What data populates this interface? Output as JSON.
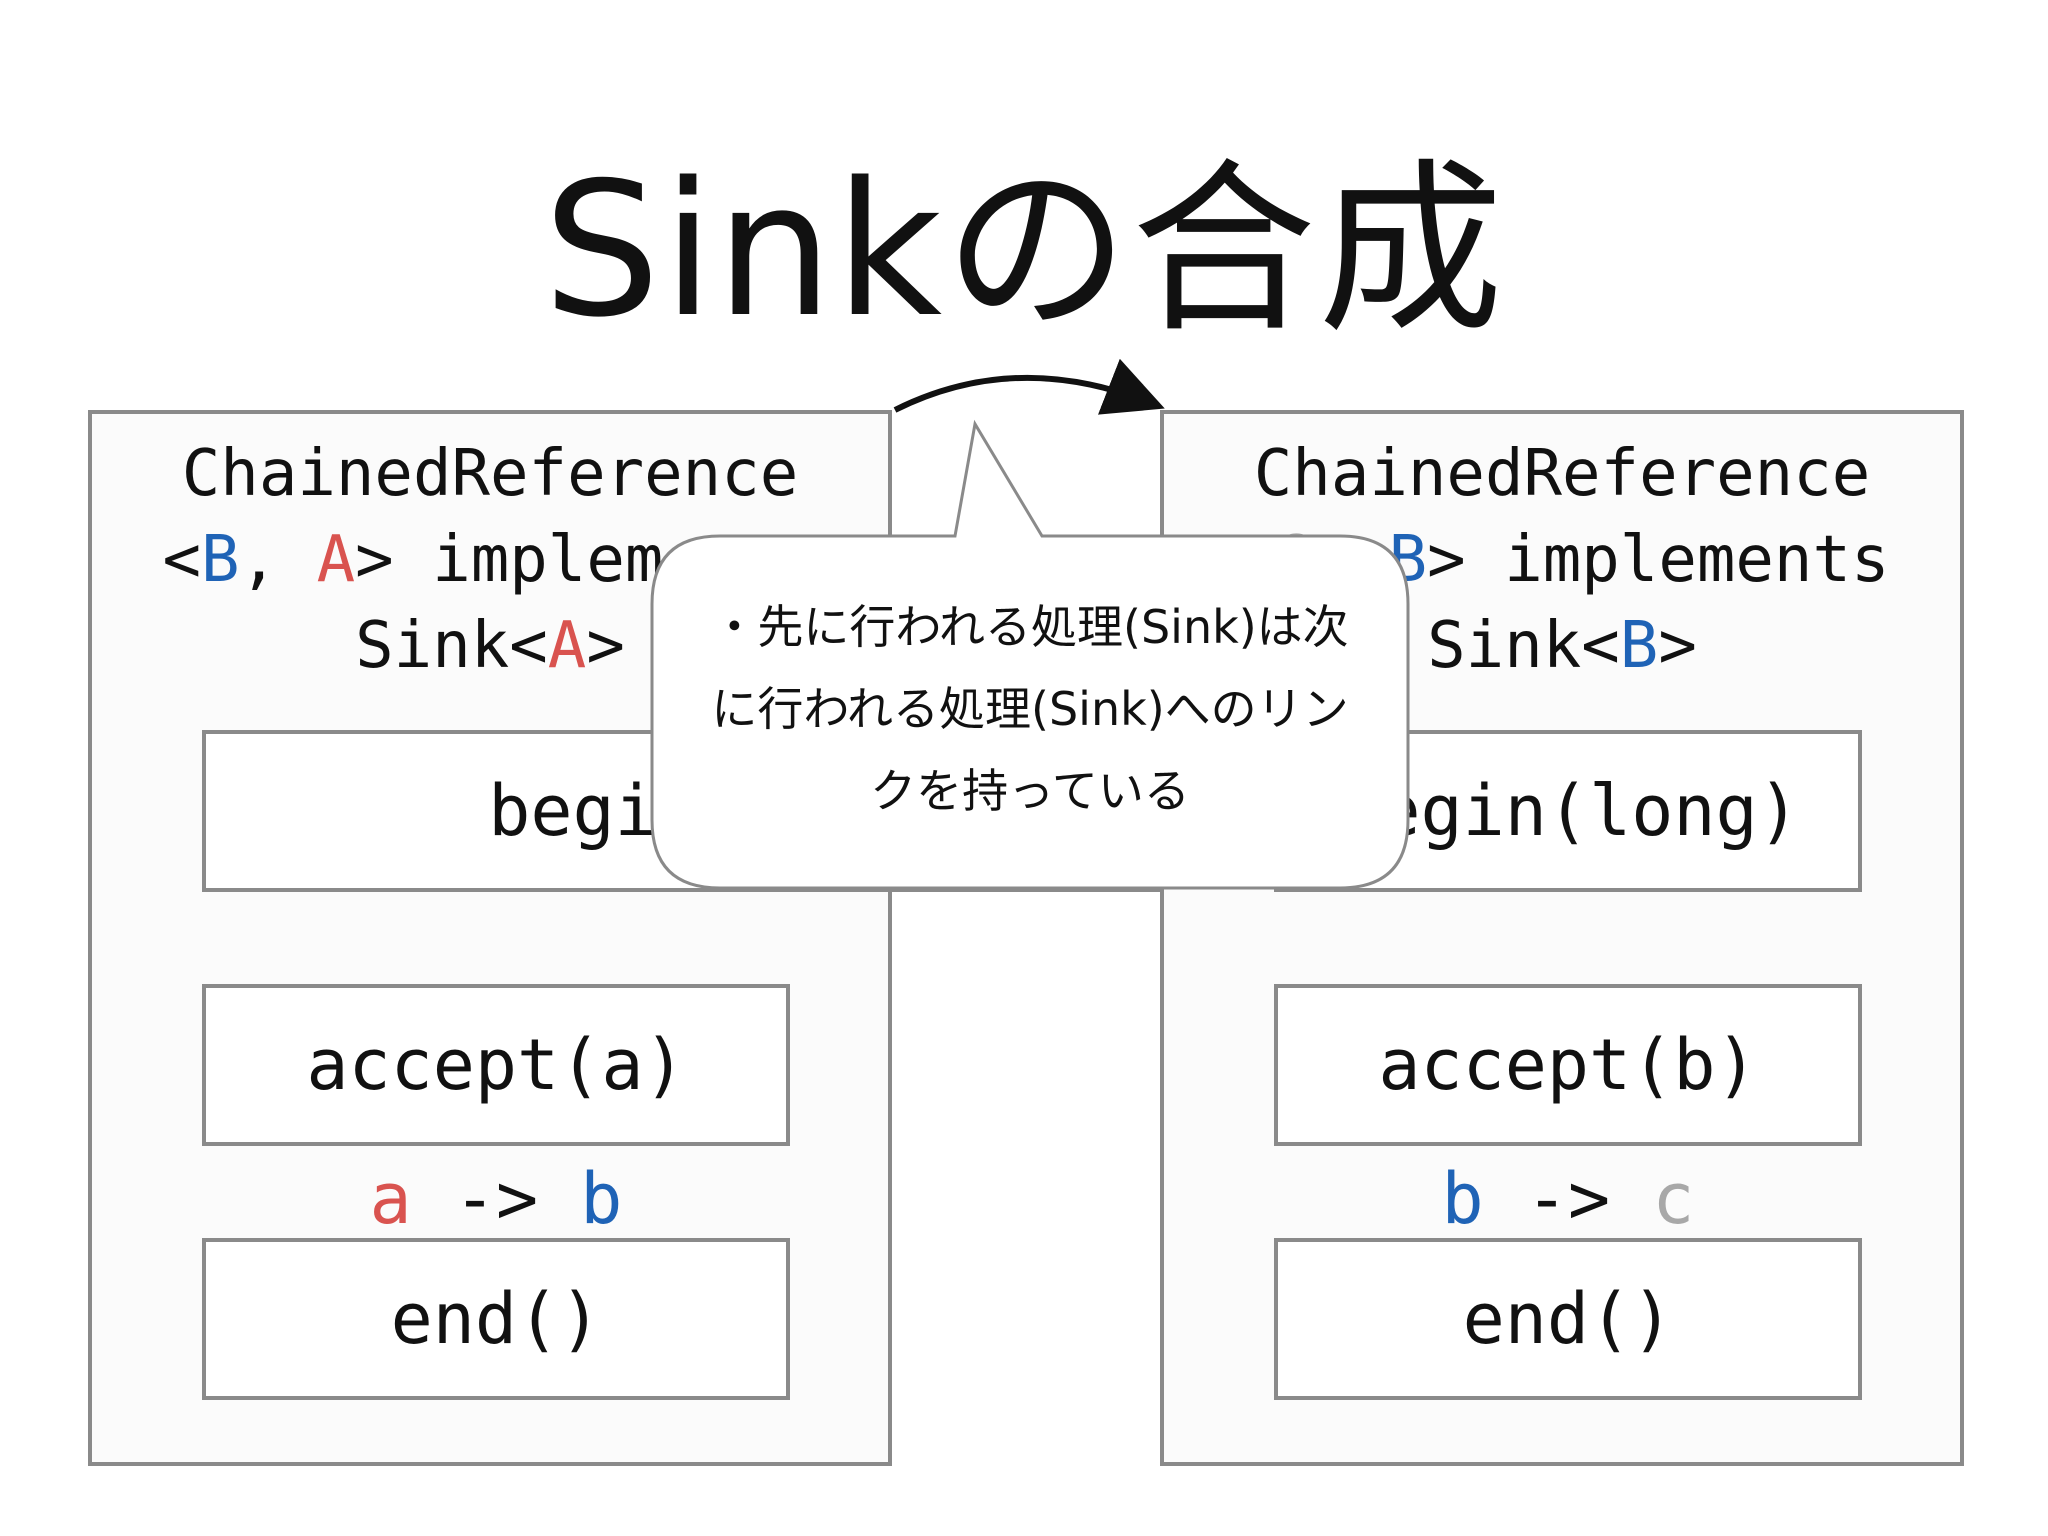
{
  "title": "Sinkの合成",
  "left_box": {
    "header_line1": "ChainedReference",
    "header_line2": {
      "open": "<",
      "t1": "B",
      "sep": ", ",
      "t2": "A",
      "rest": "> implements"
    },
    "header_line3": {
      "prefix": "Sink<",
      "t": "A",
      "suffix": ">"
    },
    "methods": [
      "begin(long)",
      "accept(a)",
      "end()"
    ],
    "conversion": {
      "from": "a",
      "arrow": "->",
      "to": "b"
    }
  },
  "right_box": {
    "header_line1": "ChainedReference",
    "header_line2": {
      "open": "<",
      "t1": "C",
      "sep": ", ",
      "t2": "B",
      "rest": "> implements"
    },
    "header_line3": {
      "prefix": "Sink<",
      "t": "B",
      "suffix": ">"
    },
    "methods": [
      "begin(long)",
      "accept(b)",
      "end()"
    ],
    "conversion": {
      "from": "b",
      "arrow": "->",
      "to": "c"
    }
  },
  "callout": {
    "line1": "・先に行われる処理(Sink)は次",
    "line2": "に行われる処理(Sink)へのリン",
    "line3": "クを持っている"
  },
  "colors": {
    "type_a": "#d9534f",
    "type_b": "#1f63b6",
    "type_c": "#a8a8a8",
    "border": "#8a8a8a"
  }
}
